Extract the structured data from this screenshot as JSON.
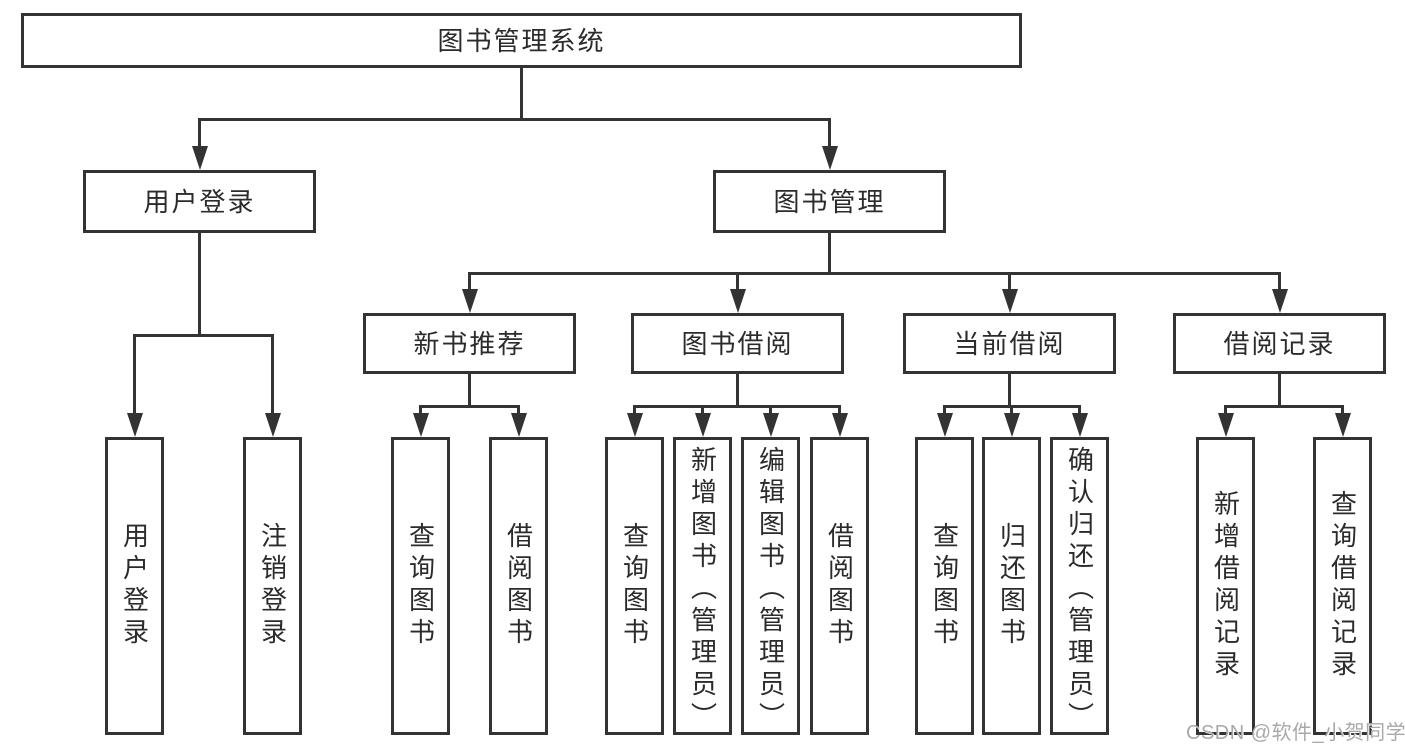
{
  "colors": {
    "line": "#333333",
    "text": "#2b2b2b",
    "watermark": "#a9a9a9",
    "background": "#ffffff"
  },
  "watermark": {
    "text": "CSDN @软件_小贺同学"
  },
  "tree": {
    "root": {
      "label": "图书管理系统",
      "children": [
        {
          "label": "用户登录",
          "children": [
            {
              "label": "用户登录"
            },
            {
              "label": "注销登录"
            }
          ]
        },
        {
          "label": "图书管理",
          "children": [
            {
              "label": "新书推荐",
              "children": [
                {
                  "label": "查询图书"
                },
                {
                  "label": "借阅图书"
                }
              ]
            },
            {
              "label": "图书借阅",
              "children": [
                {
                  "label": "查询图书"
                },
                {
                  "label": "新增图书（管理员）"
                },
                {
                  "label": "编辑图书（管理员）"
                },
                {
                  "label": "借阅图书"
                }
              ]
            },
            {
              "label": "当前借阅",
              "children": [
                {
                  "label": "查询图书"
                },
                {
                  "label": "归还图书"
                },
                {
                  "label": "确认归还（管理员）"
                }
              ]
            },
            {
              "label": "借阅记录",
              "children": [
                {
                  "label": "新增借阅记录"
                },
                {
                  "label": "查询借阅记录"
                }
              ]
            }
          ]
        }
      ]
    }
  }
}
